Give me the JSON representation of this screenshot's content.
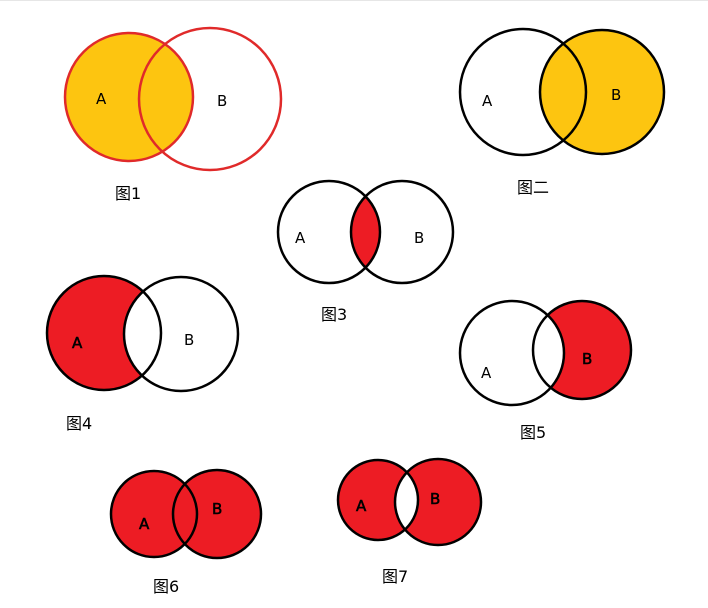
{
  "colors": {
    "yellow": "#fdc510",
    "red": "#ed1c24",
    "outline_red": "#e02a2a",
    "outline_black": "#000000"
  },
  "diagrams": [
    {
      "label_a": "A",
      "label_b": "B",
      "caption": "图1",
      "fill": "A"
    },
    {
      "label_a": "A",
      "label_b": "B",
      "caption": "图二",
      "fill": "B"
    },
    {
      "label_a": "A",
      "label_b": "B",
      "caption": "图3",
      "fill": "A∩B"
    },
    {
      "label_a": "A",
      "label_b": "B",
      "caption": "图4",
      "fill": "A−B"
    },
    {
      "label_a": "A",
      "label_b": "B",
      "caption": "图5",
      "fill": "B−A"
    },
    {
      "label_a": "A",
      "label_b": "B",
      "caption": "图6",
      "fill": "A∪B"
    },
    {
      "label_a": "A",
      "label_b": "B",
      "caption": "图7",
      "fill": "A△B"
    }
  ]
}
